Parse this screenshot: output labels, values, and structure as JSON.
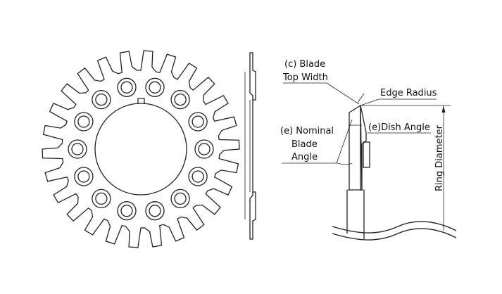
{
  "labels": {
    "blade_top_width_line1": "(c) Blade",
    "blade_top_width_line2": "Top Width",
    "edge_radius": "Edge Radius",
    "dish_angle": "(e)Dish Angle",
    "nominal_line1": "(e) Nominal",
    "nominal_line2": "Blade",
    "nominal_line3": "Angle",
    "ring_diameter": "Ring Diameter"
  },
  "cutter": {
    "tooth_count": 26,
    "hole_count": 14
  },
  "colors": {
    "line": "#222222",
    "background": "#ffffff"
  }
}
